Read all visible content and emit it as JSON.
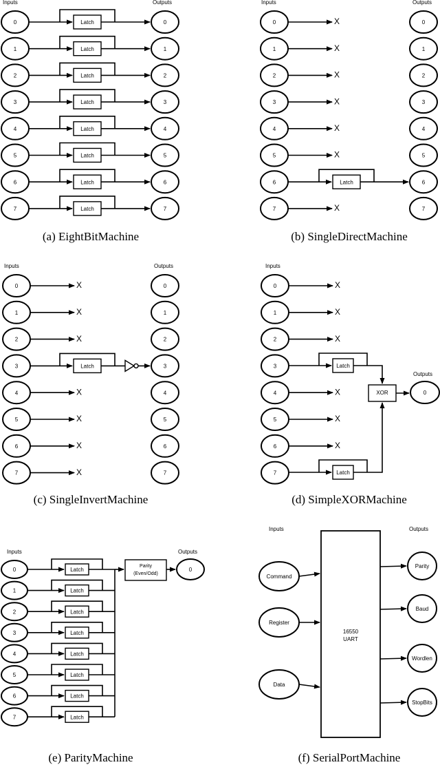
{
  "inputs_label": "Inputs",
  "outputs_label": "Outputs",
  "latch_label": "Latch",
  "x_mark": "X",
  "nodes": [
    "0",
    "1",
    "2",
    "3",
    "4",
    "5",
    "6",
    "7"
  ],
  "xor_label": "XOR",
  "parity_label_line1": "Parity",
  "parity_label_line2": "(Even/Odd)",
  "uart_label_line1": "16550",
  "uart_label_line2": "UART",
  "uart_inputs": [
    "Command",
    "Register",
    "Data"
  ],
  "uart_outputs": [
    "Parity",
    "Baud",
    "Wordlen",
    "StopBits"
  ],
  "single_output": "0",
  "captions": {
    "a": "(a)  EightBitMachine",
    "b": "(b)  SingleDirectMachine",
    "c": "(c)  SingleInvertMachine",
    "d": "(d)  SimpleXORMachine",
    "e": "(e)  ParityMachine",
    "f": "(f)  SerialPortMachine"
  }
}
